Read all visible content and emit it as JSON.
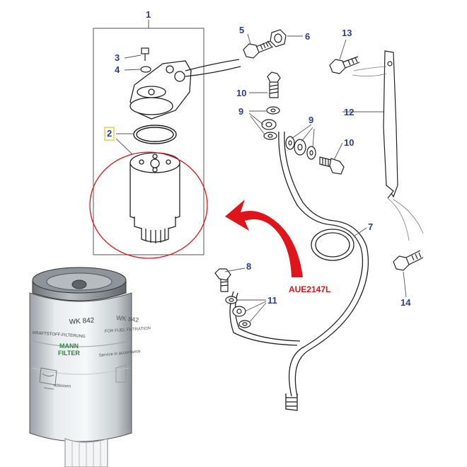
{
  "diagram": {
    "callouts": [
      {
        "id": "c1",
        "label": "1"
      },
      {
        "id": "c2",
        "label": "2"
      },
      {
        "id": "c3",
        "label": "3"
      },
      {
        "id": "c4",
        "label": "4"
      },
      {
        "id": "c5",
        "label": "5"
      },
      {
        "id": "c6",
        "label": "6"
      },
      {
        "id": "c7",
        "label": "7"
      },
      {
        "id": "c8",
        "label": "8"
      },
      {
        "id": "c9a",
        "label": "9"
      },
      {
        "id": "c9b",
        "label": "9"
      },
      {
        "id": "c10a",
        "label": "10"
      },
      {
        "id": "c10b",
        "label": "10"
      },
      {
        "id": "c11",
        "label": "11"
      },
      {
        "id": "c12",
        "label": "12"
      },
      {
        "id": "c13",
        "label": "13"
      },
      {
        "id": "c14",
        "label": "14"
      }
    ],
    "part_code": "AUE2147L",
    "colors": {
      "callout": "#2b3e8f",
      "highlight": "#e0141b",
      "box_highlight": "#f3c64b",
      "line": "#333333"
    }
  },
  "product": {
    "model": "WK 842",
    "brand_line1": "MANN",
    "brand_line2": "FILTER",
    "subtitle_de": "KRAFTSTOFF-FILTERUNG",
    "subtitle_en": "FOR FUEL FILTRATION",
    "service_text": "Service in accordance",
    "drain_text": "ablassen",
    "brand_color": "#2f8a3c"
  }
}
